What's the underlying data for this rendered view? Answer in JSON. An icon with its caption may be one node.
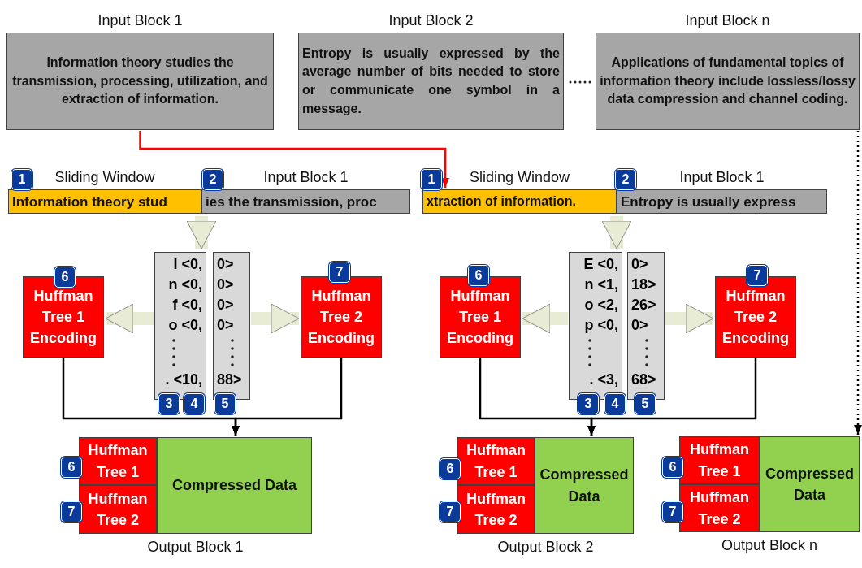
{
  "diagram": {
    "nodes": [
      {
        "text": [
          "Input Block 1",
          "Information theory studies the transmission, processing, utilization, and extraction of information."
        ]
      },
      {
        "text": [
          "Input Block 2",
          "Entropy is usually expressed by the average number of bits needed to store or communicate one symbol in a message."
        ]
      },
      {
        "text": [
          "Input Block n",
          "Applications of fundamental topics of information theory include lossless/lossy data compression and channel coding."
        ]
      },
      {
        "text": [
          "Sliding Window",
          "Information theory stud"
        ]
      },
      {
        "text": [
          "Input Block 1",
          "ies the transmission, proc"
        ]
      },
      {
        "text": [
          "I <0,",
          "n <0,",
          "f <0,",
          "o <0,",
          ". <10,"
        ]
      },
      {
        "text": [
          "0>",
          "0>",
          "0>",
          "0>",
          "88>"
        ]
      },
      {
        "text": [
          "Huffman Tree 1 Encoding"
        ]
      },
      {
        "text": [
          "Huffman Tree 2 Encoding"
        ]
      },
      {
        "text": [
          "Output Block 1"
        ]
      },
      {
        "text": [
          "Huffman Tree 1"
        ],
        "in": 9
      },
      {
        "text": [
          "Huffman Tree 2"
        ],
        "in": 9
      },
      {
        "text": [
          "Compressed Data"
        ],
        "in": 9
      },
      {
        "text": [
          "Sliding Window",
          "xtraction of information."
        ]
      },
      {
        "text": [
          "Input Block 1",
          "Entropy is usually express"
        ]
      },
      {
        "text": [
          "E <0,",
          "n <1,",
          "o <2,",
          "p <0,",
          ". <3,"
        ]
      },
      {
        "text": [
          "0>",
          "18>",
          "26>",
          "0>",
          "68>"
        ]
      },
      {
        "text": [
          "Huffman Tree 1 Encoding"
        ]
      },
      {
        "text": [
          "Huffman Tree 2 Encoding"
        ]
      },
      {
        "text": [
          "Output Block 2"
        ]
      },
      {
        "text": [
          "Huffman Tree 1"
        ],
        "in": 19
      },
      {
        "text": [
          "Huffman Tree 2"
        ],
        "in": 19
      },
      {
        "text": [
          "Compressed Data"
        ],
        "in": 19
      },
      {
        "text": [
          "Output Block n"
        ]
      },
      {
        "text": [
          "Huffman Tree 1"
        ],
        "in": 23
      },
      {
        "text": [
          "Huffman Tree 2"
        ],
        "in": 23
      },
      {
        "text": [
          "Compressed Data"
        ],
        "in": 23
      }
    ],
    "edges": [
      {
        "from": 0,
        "to": 13,
        "arrow": "to",
        "color": "#ff0000"
      },
      {
        "from": 2,
        "to": 23,
        "arrow": "to",
        "style": "dashed",
        "color": "#000000"
      },
      {
        "from": 3,
        "to": 5,
        "arrow": "to",
        "style": "thick",
        "color": "#e8ecd4"
      },
      {
        "from": 5,
        "to": 7,
        "arrow": "to",
        "style": "thick",
        "color": "#e8ecd4"
      },
      {
        "from": 6,
        "to": 8,
        "arrow": "to",
        "style": "thick",
        "color": "#e8ecd4"
      },
      {
        "from": 7,
        "to": 9,
        "arrow": "to",
        "color": "#000000"
      },
      {
        "from": 8,
        "to": 9,
        "arrow": "to",
        "color": "#000000"
      },
      {
        "from": 13,
        "to": 15,
        "arrow": "to",
        "style": "thick",
        "color": "#e8ecd4"
      },
      {
        "from": 15,
        "to": 17,
        "arrow": "to",
        "style": "thick",
        "color": "#e8ecd4"
      },
      {
        "from": 16,
        "to": 18,
        "arrow": "to",
        "style": "thick",
        "color": "#e8ecd4"
      },
      {
        "from": 17,
        "to": 19,
        "arrow": "to",
        "color": "#000000"
      },
      {
        "from": 18,
        "to": 19,
        "arrow": "to",
        "color": "#000000"
      }
    ],
    "labels": [
      "1",
      "2",
      "1",
      "2",
      "6",
      "7",
      "6",
      "7",
      "3",
      "4",
      "5",
      "3",
      "4",
      "5",
      "6",
      "6",
      "6",
      "7",
      "7",
      "7"
    ]
  }
}
